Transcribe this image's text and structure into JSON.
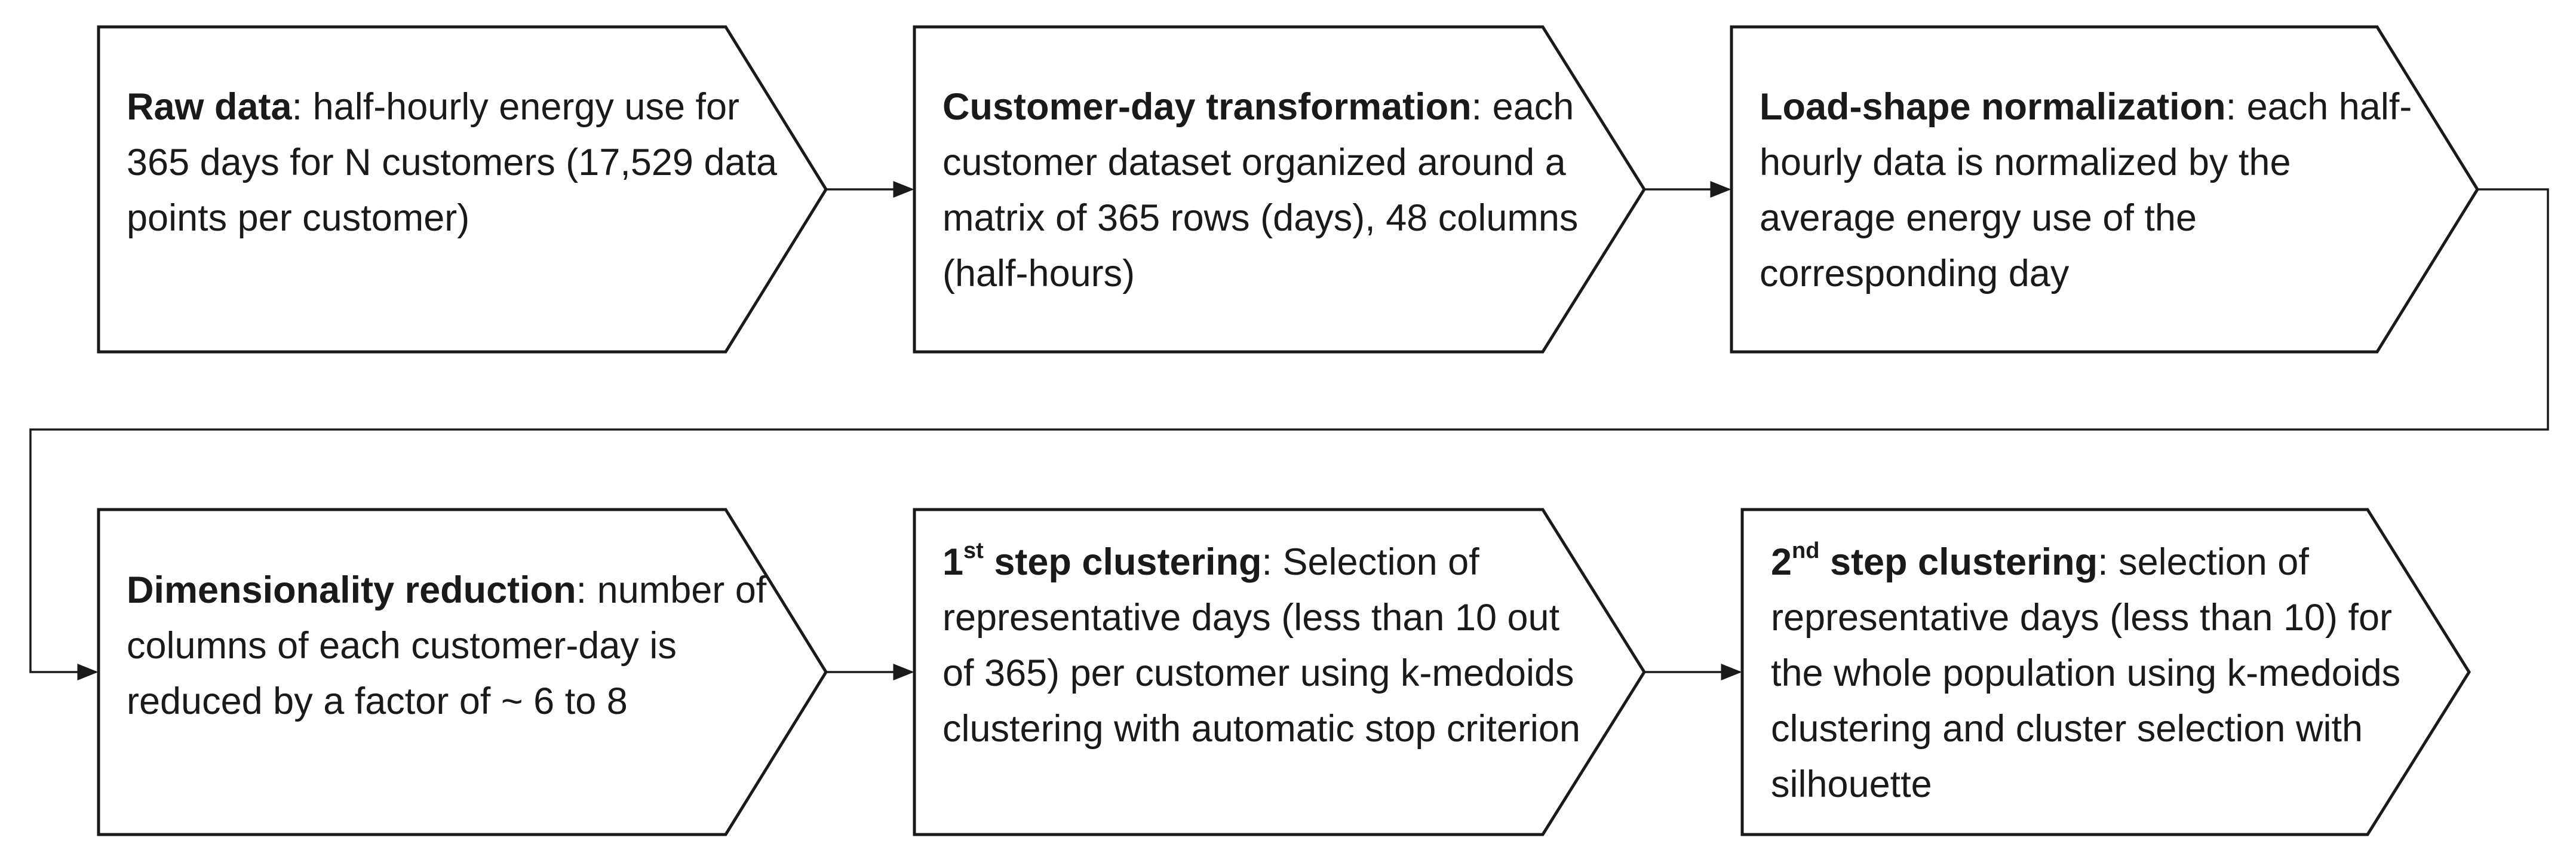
{
  "steps": [
    {
      "id": "raw-data",
      "title": "Raw data",
      "sep": ":",
      "body": "half-hourly energy use for 365 days for N customers (17,529 data points per customer)"
    },
    {
      "id": "customer-day-transformation",
      "title": "Customer-day transformation",
      "sep": ":",
      "body": "each customer dataset organized around a matrix of 365 rows (days), 48 columns (half-hours)"
    },
    {
      "id": "load-shape-normalization",
      "title": "Load-shape normalization",
      "sep": ":",
      "body": "each half-hourly data is normalized by the average energy use of the corresponding day"
    },
    {
      "id": "dimensionality-reduction",
      "title": "Dimensionality reduction",
      "sep": ":",
      "body": "number of columns of each customer-day is reduced by a factor of ~ 6 to 8"
    },
    {
      "id": "first-step-clustering",
      "title_num": "1",
      "title_sup": "st",
      "title_rest": "step clustering",
      "sep": ":",
      "body": "Selection of representative days (less than 10 out of 365) per customer using k-medoids clustering with automatic stop criterion"
    },
    {
      "id": "second-step-clustering",
      "title_num": "2",
      "title_sup": "nd",
      "title_rest": "step clustering",
      "sep": ":",
      "body": "selection of representative days (less than 10) for the whole population using k-medoids clustering and cluster selection with silhouette"
    }
  ],
  "colors": {
    "stroke": "#1a1a1a",
    "fill": "#ffffff",
    "text": "#1a1a1a"
  }
}
